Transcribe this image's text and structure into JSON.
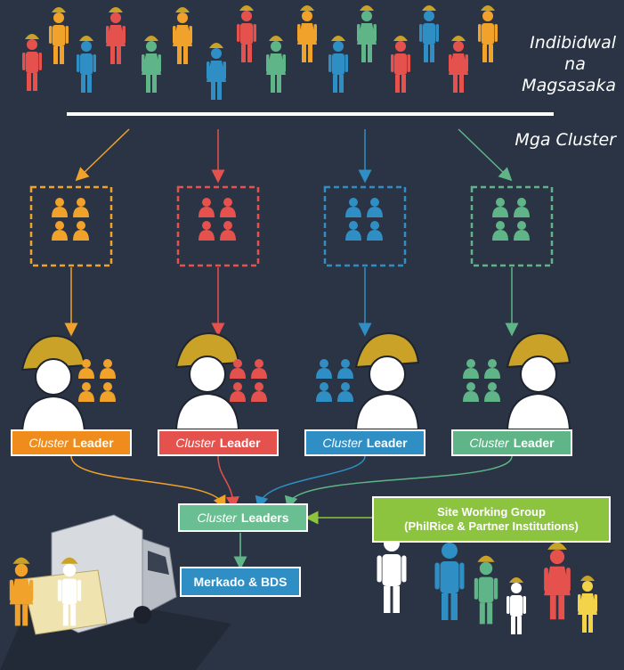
{
  "labels": {
    "individual_line1": "Indibidwal",
    "individual_line2": "na",
    "individual_line3": "Magsasaka",
    "clusters": "Mga Cluster"
  },
  "leaders": [
    {
      "italic": "Cluster",
      "text": "Leader",
      "color": "#ef8c1c"
    },
    {
      "italic": "Cluster",
      "text": "Leader",
      "color": "#e5514d"
    },
    {
      "italic": "Cluster",
      "text": "Leader",
      "color": "#2f8ec4"
    },
    {
      "italic": "Cluster",
      "text": "Leader",
      "color": "#5fb587"
    }
  ],
  "cluster_leaders_box": {
    "italic": "Cluster",
    "text": "Leaders",
    "color": "#6abf92"
  },
  "site_working_group": {
    "line1": "Site Working Group",
    "line2": "(PhilRice & Partner Institutions)",
    "color": "#8cc43f"
  },
  "market_box": {
    "text": "Merkado & BDS",
    "color": "#2f8ec4"
  },
  "colors": {
    "background": "#2b3444",
    "orange": "#f0a22a",
    "red": "#e5514d",
    "blue": "#2f8ec4",
    "green": "#5fb587",
    "hat": "#c9a227"
  }
}
